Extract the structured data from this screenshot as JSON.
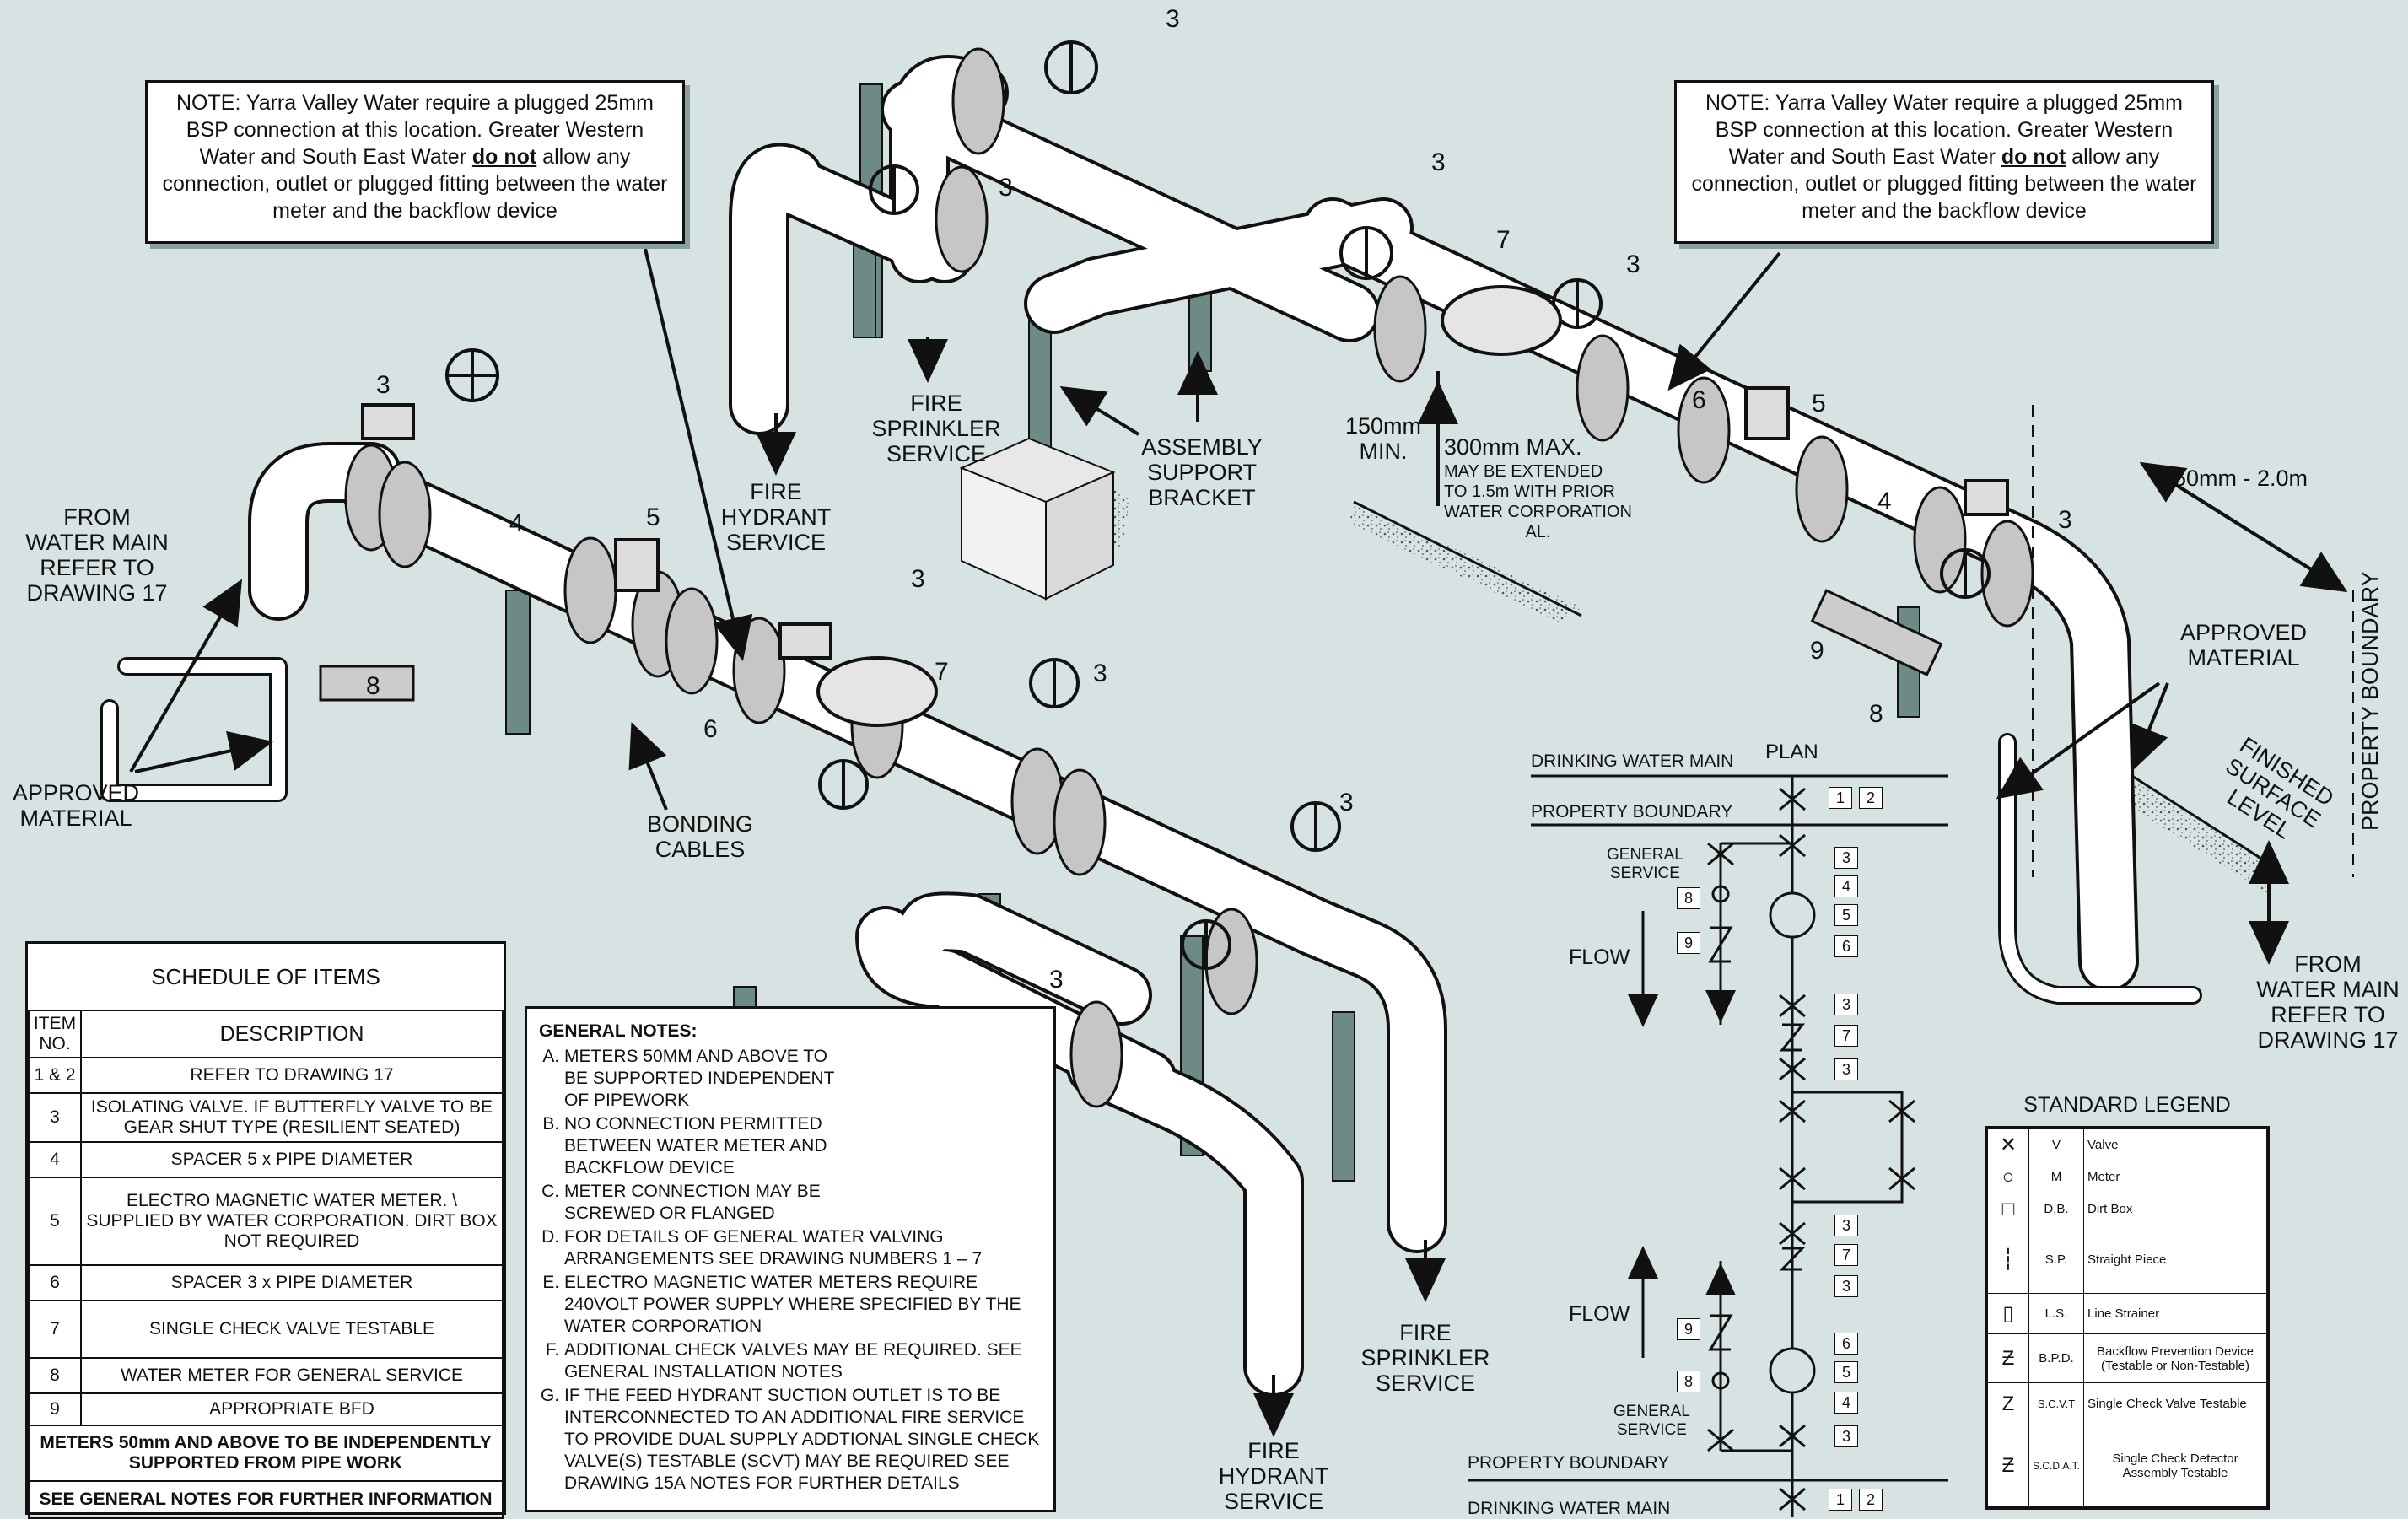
{
  "note_left": {
    "pre": "NOTE: Yarra Valley Water require a plugged 25mm BSP connection at this location. Greater Western Water and South East Water ",
    "emph": "do not",
    "post": " allow any connection, outlet or plugged fitting between the water meter and the backflow device"
  },
  "note_right": {
    "pre": "NOTE: Yarra Valley Water require a plugged 25mm BSP connection at this location. Greater Western Water and South East Water ",
    "emph": "do not",
    "post": " allow any connection, outlet or plugged fitting between the water meter and the backflow device"
  },
  "labels": {
    "from_main_left": [
      "FROM",
      "WATER MAIN",
      "REFER TO",
      "DRAWING 17"
    ],
    "approved_left": [
      "APPROVED",
      "MATERIAL"
    ],
    "bonding": [
      "BONDING",
      "CABLES"
    ],
    "fire_hydrant_top": [
      "FIRE",
      "HYDRANT",
      "SERVICE"
    ],
    "fire_sprinkler_top": [
      "FIRE",
      "SPRINKLER",
      "SERVICE"
    ],
    "assembly": [
      "ASSEMBLY",
      "SUPPORT",
      "BRACKET"
    ],
    "min150": [
      "150mm",
      "MIN."
    ],
    "max300": "300mm MAX.",
    "max300_sub": [
      "MAY BE EXTENDED",
      "TO 1.5m WITH PRIOR",
      "WATER CORPORATION",
      "AL."
    ],
    "range": "150mm - 2.0m",
    "approved_right": [
      "APPROVED",
      "MATERIAL"
    ],
    "finished": [
      "FINISHED",
      "SURFACE",
      "LEVEL"
    ],
    "property_boundary_vert": "PROPERTY BOUNDARY",
    "from_main_right": [
      "FROM",
      "WATER MAIN",
      "REFER TO",
      "DRAWING 17"
    ],
    "fire_sprinkler_bottom": [
      "FIRE",
      "SPRINKLER",
      "SERVICE"
    ],
    "fire_hydrant_bottom": [
      "FIRE",
      "HYDRANT",
      "SERVICE"
    ]
  },
  "numbers": {
    "n3": "3",
    "n4": "4",
    "n5": "5",
    "n6": "6",
    "n7": "7",
    "n8": "8",
    "n9": "9"
  },
  "schedule": {
    "title": "SCHEDULE OF ITEMS",
    "head_item": "ITEM NO.",
    "head_desc": "DESCRIPTION",
    "rows": [
      {
        "item": "1 & 2",
        "desc": "REFER TO DRAWING 17"
      },
      {
        "item": "3",
        "desc": "ISOLATING VALVE. IF BUTTERFLY VALVE TO BE GEAR SHUT TYPE (RESILIENT SEATED)"
      },
      {
        "item": "4",
        "desc": "SPACER 5 x PIPE DIAMETER"
      },
      {
        "item": "5",
        "desc": "ELECTRO MAGNETIC WATER METER. \\ SUPPLIED BY WATER CORPORATION. DIRT BOX NOT REQUIRED"
      },
      {
        "item": "6",
        "desc": "SPACER 3 x PIPE DIAMETER"
      },
      {
        "item": "7",
        "desc": "SINGLE CHECK VALVE TESTABLE"
      },
      {
        "item": "8",
        "desc": "WATER METER FOR GENERAL SERVICE"
      },
      {
        "item": "9",
        "desc": "APPROPRIATE BFD"
      }
    ],
    "foot1": "METERS 50mm AND ABOVE TO BE INDEPENDENTLY SUPPORTED FROM PIPE WORK",
    "foot2": "SEE GENERAL NOTES FOR FURTHER INFORMATION"
  },
  "general_notes": {
    "title": "GENERAL NOTES:",
    "items": [
      "METERS 50MM AND ABOVE TO BE SUPPORTED INDEPENDENT OF PIPEWORK",
      "NO CONNECTION PERMITTED BETWEEN WATER METER AND BACKFLOW DEVICE",
      "METER CONNECTION MAY BE SCREWED OR FLANGED",
      "FOR DETAILS OF GENERAL WATER VALVING ARRANGEMENTS SEE DRAWING NUMBERS 1 – 7",
      " ELECTRO MAGNETIC WATER METERS REQUIRE 240VOLT POWER SUPPLY WHERE SPECIFIED BY THE WATER CORPORATION",
      "ADDITIONAL CHECK VALVES MAY BE REQUIRED. SEE GENERAL INSTALLATION NOTES",
      "IF THE FEED HYDRANT SUCTION OUTLET IS TO BE INTERCONNECTED TO AN ADDITIONAL FIRE SERVICE TO PROVIDE DUAL SUPPLY ADDTIONAL SINGLE CHECK VALVE(S) TESTABLE (SCVT) MAY BE REQUIRED SEE DRAWING 15A NOTES FOR FURTHER DETAILS"
    ]
  },
  "plan": {
    "title": "PLAN",
    "drinking_top": "DRINKING WATER MAIN",
    "property_top": "PROPERTY BOUNDARY",
    "general_top": [
      "GENERAL",
      "SERVICE"
    ],
    "flow": "FLOW",
    "general_bottom": [
      "GENERAL",
      "SERVICE"
    ],
    "property_bottom": "PROPERTY BOUNDARY",
    "drinking_bottom": "DRINKING WATER MAIN",
    "b1": "1",
    "b2": "2",
    "b3": "3",
    "b4": "4",
    "b5": "5",
    "b6": "6",
    "b7": "7",
    "b8": "8",
    "b9": "9"
  },
  "legend": {
    "title": "STANDARD LEGEND",
    "rows": [
      {
        "sym": "✕",
        "abbr": "V",
        "desc": "Valve"
      },
      {
        "sym": "○",
        "abbr": "M",
        "desc": "Meter"
      },
      {
        "sym": "□",
        "abbr": "D.B.",
        "desc": "Dirt Box"
      },
      {
        "sym": "┆",
        "abbr": "S.P.",
        "desc": "Straight Piece"
      },
      {
        "sym": "▯",
        "abbr": "L.S.",
        "desc": "Line Strainer"
      },
      {
        "sym": "Ƶ",
        "abbr": "B.P.D.",
        "desc": "Backflow Prevention Device (Testable or Non-Testable)"
      },
      {
        "sym": "Z",
        "abbr": "S.C.V.T",
        "desc": "Single Check Valve Testable"
      },
      {
        "sym": "Ƶ",
        "abbr": "S.C.D.A.T.",
        "desc": "Single Check Detector Assembly Testable"
      }
    ]
  }
}
